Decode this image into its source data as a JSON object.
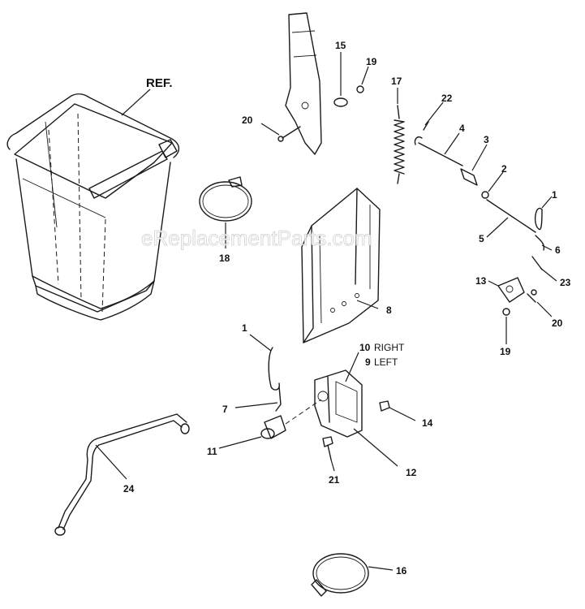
{
  "watermark": "eReplacementParts.com",
  "ref_label": "REF.",
  "callouts": {
    "p1a": "1",
    "p1b": "1",
    "p2": "2",
    "p3": "3",
    "p4": "4",
    "p5": "5",
    "p6": "6",
    "p7": "7",
    "p8": "8",
    "p9": "9",
    "p10": "10",
    "p11": "11",
    "p12": "12",
    "p13": "13",
    "p14": "14",
    "p15": "15",
    "p16": "16",
    "p17": "17",
    "p18": "18",
    "p19a": "19",
    "p19b": "19",
    "p20a": "20",
    "p20b": "20",
    "p21": "21",
    "p22": "22",
    "p23": "23",
    "p24": "24"
  },
  "side_labels": {
    "right": "RIGHT",
    "left": "LEFT"
  }
}
